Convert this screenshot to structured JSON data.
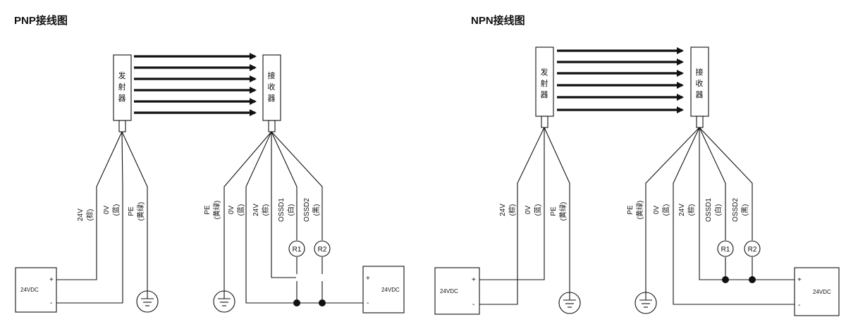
{
  "pnp": {
    "title": "PNP接线图",
    "emitter_label": [
      "发",
      "射",
      "器"
    ],
    "receiver_label": [
      "接",
      "收",
      "器"
    ],
    "emitter_wires": [
      {
        "name": "24V",
        "color": "(棕)"
      },
      {
        "name": "0V",
        "color": "(蓝)"
      },
      {
        "name": "PE",
        "color": "(黄绿)"
      }
    ],
    "receiver_wires": [
      {
        "name": "PE",
        "color": "(黄绿)"
      },
      {
        "name": "0V",
        "color": "(蓝)"
      },
      {
        "name": "24V",
        "color": "(棕)"
      },
      {
        "name": "OSSD1",
        "color": "(白)"
      },
      {
        "name": "OSSD2",
        "color": "(黑)"
      }
    ],
    "loads": [
      "R1",
      "R2"
    ],
    "supply_emitter": {
      "label": "24VDC",
      "plus": "+",
      "minus": "-"
    },
    "supply_receiver": {
      "label": "24VDC",
      "plus": "+",
      "minus": "-"
    }
  },
  "npn": {
    "title": "NPN接线图",
    "emitter_label": [
      "发",
      "射",
      "器"
    ],
    "receiver_label": [
      "接",
      "收",
      "器"
    ],
    "emitter_wires": [
      {
        "name": "24V",
        "color": "(棕)"
      },
      {
        "name": "0V",
        "color": "(蓝)"
      },
      {
        "name": "PE",
        "color": "(黄绿)"
      }
    ],
    "receiver_wires": [
      {
        "name": "PE",
        "color": "(黄绿)"
      },
      {
        "name": "0V",
        "color": "(蓝)"
      },
      {
        "name": "24V",
        "color": "(棕)"
      },
      {
        "name": "OSSD1",
        "color": "(白)"
      },
      {
        "name": "OSSD2",
        "color": "(黑)"
      }
    ],
    "loads": [
      "R1",
      "R2"
    ],
    "supply_emitter": {
      "label": "24VDC",
      "plus": "+",
      "minus": "-"
    },
    "supply_receiver": {
      "label": "24VDC",
      "plus": "+",
      "minus": "-"
    }
  }
}
